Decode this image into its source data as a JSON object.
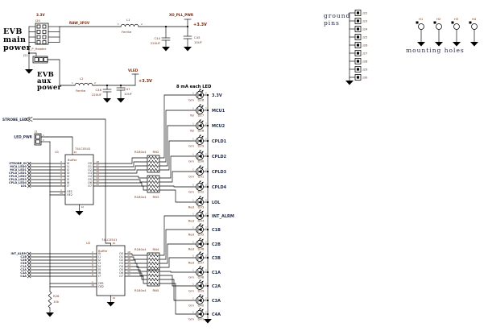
{
  "titles": {
    "main_1": "EVB",
    "main_2": "main",
    "main_3": "power",
    "aux_1": "EVB",
    "aux_2": "aux",
    "aux_3": "power",
    "ground_1": "ground",
    "ground_2": "pins",
    "mounting": "mounting holes",
    "led_header": "8 mA each LED"
  },
  "power": {
    "rail_label": "3.3V",
    "j20_ref": "J20",
    "j20_value": "8_P_Header",
    "raw_net": "RAW_3P3V",
    "l1_ref": "L1",
    "l1_value": "Ferrite",
    "xo_flag": "XO_PLL_PWR",
    "plus3v3_top": "+3.3V",
    "c44_ref": "C44",
    "c44_value": "220UF",
    "c45_ref": "C45",
    "c45_value": "10UF",
    "j21_ref": "J21",
    "l2_ref": "L2",
    "l2_value": "Ferrite",
    "c46_ref": "C46",
    "c46_value": "220UF",
    "c47_ref": "C47",
    "c47_value": "10UF",
    "vled_flag": "VLED",
    "plus3v3_aux": "+3.3V"
  },
  "signals": {
    "strobe_led": "STROBE_LED",
    "led_pwr": "LED_PWR",
    "j1_ref": "J1",
    "group1": [
      "STROBE_IN",
      "MCU_LED0",
      "MCU_LED1",
      "CPLD_LED1",
      "CPLD_LED2",
      "CPLD_LED3",
      "CPLD_LED4",
      "LOL"
    ],
    "group2": [
      "INT_ALRM",
      "C1B",
      "C2B",
      "C3B",
      "C1A",
      "C2A",
      "C3A",
      "C4A"
    ]
  },
  "buffers": [
    {
      "ref": "U1",
      "part": "74LCX541",
      "value": "Buffer"
    },
    {
      "ref": "U2",
      "part": "74LCX541",
      "value": "Buffer"
    }
  ],
  "pin_names": {
    "inputs": [
      "I0",
      "I1",
      "I2",
      "I3",
      "I4",
      "I5",
      "I6",
      "I7"
    ],
    "input_nums": [
      "2",
      "3",
      "4",
      "5",
      "6",
      "7",
      "8",
      "9"
    ],
    "outputs": [
      "O0",
      "O1",
      "O2",
      "O3",
      "O4",
      "O5",
      "O6",
      "O7"
    ],
    "output_nums": [
      "18",
      "17",
      "16",
      "15",
      "14",
      "13",
      "12",
      "11"
    ],
    "oe": [
      "OE1",
      "OE2"
    ],
    "oe_nums": [
      "1",
      "19"
    ],
    "vcc_num": "20",
    "gnd_num": "10"
  },
  "networks": [
    {
      "value": "R180x4",
      "ref": "RN2"
    },
    {
      "value": "R180x4",
      "ref": "RN3"
    },
    {
      "value": "R180x4",
      "ref": "RN4"
    },
    {
      "value": "R180x4",
      "ref": "RN5"
    }
  ],
  "pulldown": {
    "ref": "R26",
    "value": "10k"
  },
  "led_pins": {
    "p1": "1",
    "p2": "2"
  },
  "leds": [
    {
      "net": "3.3V",
      "color": "Grn",
      "ref": "D26"
    },
    {
      "net": "MCU1",
      "color": "Yel",
      "ref": "D27"
    },
    {
      "net": "MCU2",
      "color": "Yel",
      "ref": "D28"
    },
    {
      "net": "CPLD1",
      "color": "Grn",
      "ref": "D29"
    },
    {
      "net": "CPLD2",
      "color": "Grn",
      "ref": "D30"
    },
    {
      "net": "CPLD3",
      "color": "Grn",
      "ref": "D31"
    },
    {
      "net": "CPLD4",
      "color": "Grn",
      "ref": "D32"
    },
    {
      "net": "LOL",
      "color": "Red",
      "ref": "D33"
    },
    {
      "net": "INT_ALRM",
      "color": "Red",
      "ref": "D34"
    },
    {
      "net": "C1B",
      "color": "Red",
      "ref": "D35"
    },
    {
      "net": "C2B",
      "color": "Red",
      "ref": "D36"
    },
    {
      "net": "C3B",
      "color": "Red",
      "ref": "D37"
    },
    {
      "net": "C1A",
      "color": "Grn",
      "ref": "D38"
    },
    {
      "net": "C2A",
      "color": "Grn",
      "ref": "D39"
    },
    {
      "net": "C3A",
      "color": "Grn",
      "ref": "D40"
    },
    {
      "net": "C4A",
      "color": "Grn",
      "ref": "D41"
    }
  ],
  "ground_pins": {
    "labels": [
      "J22",
      "J23",
      "J24",
      "J25",
      "J26",
      "J27",
      "J28",
      "J29",
      "J30"
    ]
  },
  "mounting_holes": {
    "labels": [
      "H1",
      "H2",
      "H3",
      "H4"
    ]
  },
  "colors": {
    "wire": "#000000",
    "net_text": "#1f2a4a",
    "part_text": "#6b2f12",
    "title_text": "#000000"
  }
}
